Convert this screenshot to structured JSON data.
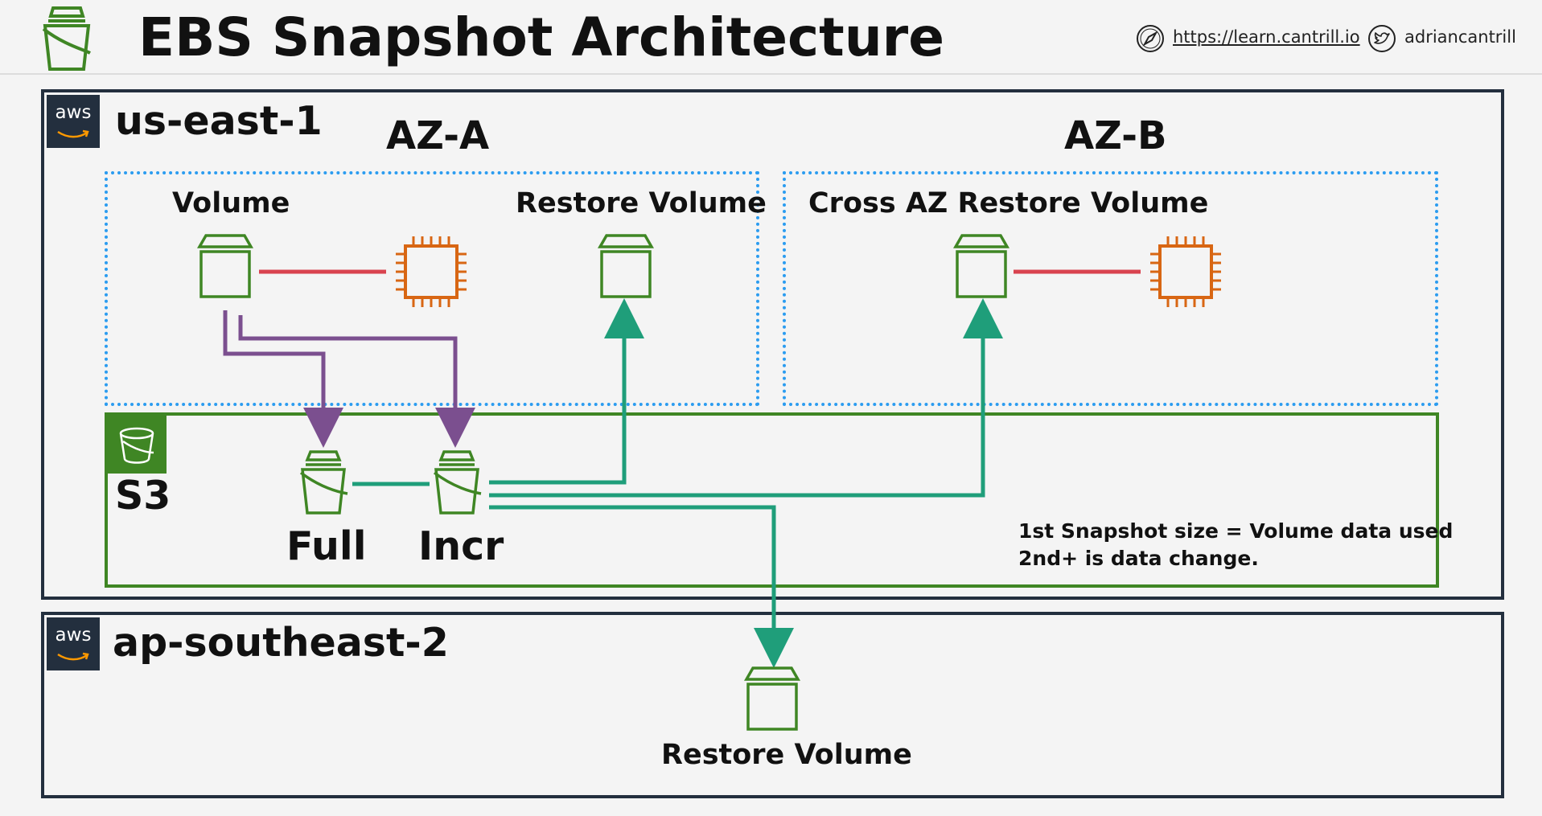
{
  "header": {
    "title": "EBS Snapshot Architecture",
    "website": "https://learn.cantrill.io",
    "twitter": "adriancantrill"
  },
  "regions": [
    {
      "label": "us-east-1",
      "badge": "aws",
      "zones": [
        {
          "label": "AZ-A",
          "nodes": {
            "volume": "Volume",
            "restore": "Restore Volume"
          }
        },
        {
          "label": "AZ-B",
          "nodes": {
            "restore": "Cross AZ Restore Volume"
          }
        }
      ],
      "s3": {
        "label": "S3",
        "snapshots": {
          "full": "Full",
          "incr": "Incr"
        },
        "note": {
          "line1": "1st Snapshot size = Volume data used",
          "line2": "2nd+ is data change."
        }
      }
    },
    {
      "label": "ap-southeast-2",
      "badge": "aws",
      "nodes": {
        "restore": "Restore Volume"
      }
    }
  ],
  "colors": {
    "region_border": "#232f3e",
    "az_border": "#2b9cf0",
    "s3_green": "#3f8624",
    "ec2_orange": "#d86613",
    "attach_line": "#d9434f",
    "snapshot_arrow": "#7b4f8f",
    "restore_arrow": "#1f9e7a"
  },
  "icons": [
    "bucket-icon",
    "safari-icon",
    "twitter-icon",
    "ebs-volume-icon",
    "ec2-instance-icon",
    "s3-bucket-icon",
    "snapshot-bucket-icon"
  ]
}
